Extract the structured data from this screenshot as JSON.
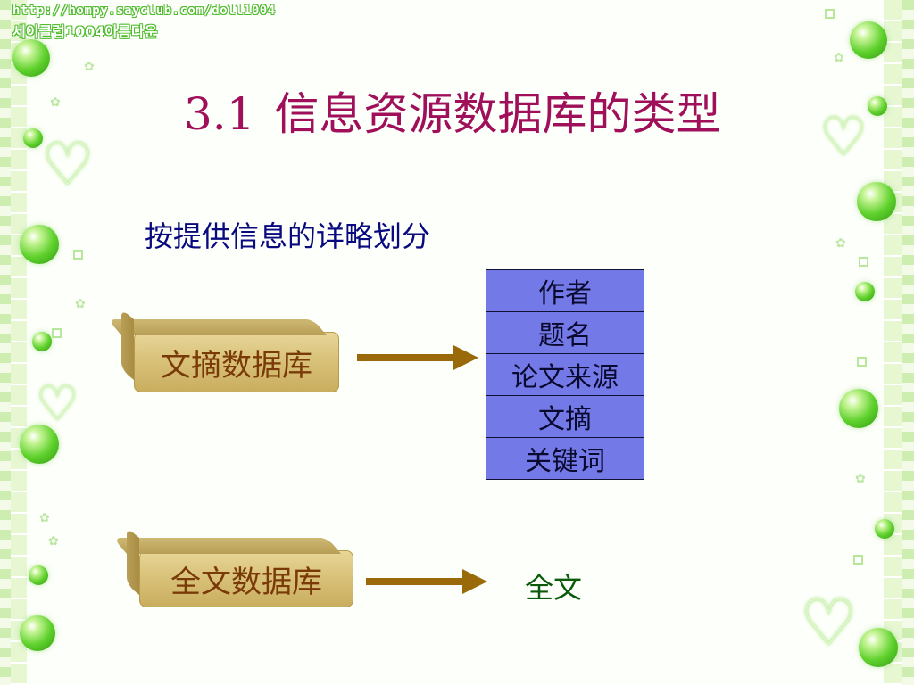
{
  "watermark": {
    "url": "http://hompy.sayclub.com/doll1004",
    "subtitle": "세이클럽1004아름다운"
  },
  "slide": {
    "title_number": "3.1",
    "title_text": "信息资源数据库的类型",
    "subtitle": "按提供信息的详略划分",
    "abstract_db": {
      "label": "文摘数据库",
      "fields": [
        "作者",
        "题名",
        "论文来源",
        "文摘",
        "关键词"
      ]
    },
    "fulltext_db": {
      "label": "全文数据库",
      "result": "全文"
    }
  },
  "colors": {
    "title": "#a0105a",
    "subtitle": "#0a0a80",
    "button_face": "#d9c27a",
    "button_text": "#7a3a08",
    "arrow": "#9a6a0a",
    "table_fill": "#7379e6",
    "fulltext_text": "#0a5a0a",
    "bubble": "#5fd12c"
  },
  "icons": {
    "decor_bubble": "green-bubble-icon",
    "decor_heart": "heart-icon",
    "arrow": "right-arrow-icon"
  }
}
